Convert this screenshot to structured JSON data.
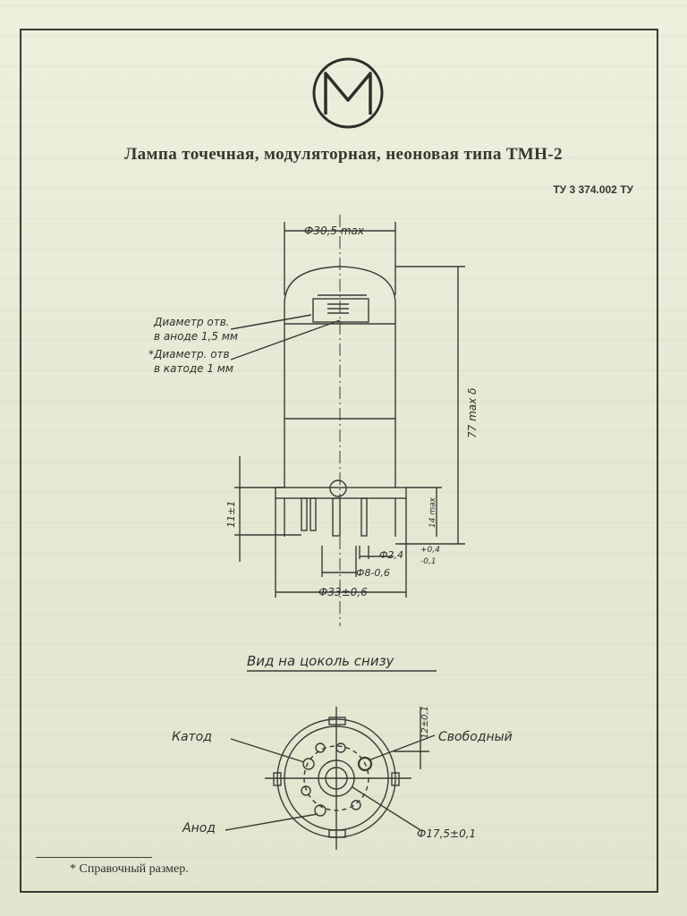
{
  "document": {
    "logo_icon": "factory-emblem-M",
    "title": "Лампа точечная, модуляторная, неоновая типа ТМН-2",
    "spec_code": "ТУ  3 374.002  ТУ",
    "footnote": "* Справочный размер."
  },
  "drawing": {
    "dim_top_diameter": "Ф30,5 max",
    "dim_height": "77 max δ",
    "note_anode_hole_1": "Диаметр отв.",
    "note_anode_hole_2": "в аноде 1,5 мм",
    "note_cathode_hole_1": "*Диаметр. отв",
    "note_cathode_hole_2": "в катоде 1 мм",
    "dim_pin_length": "11±1",
    "dim_base_height": "14 max",
    "dim_pin_dia": "Ф2,4",
    "dim_pin_dia_tol_upper": "+0,4",
    "dim_pin_dia_tol_lower": "-0,1",
    "dim_key_dia": "Ф8-0,6",
    "dim_base_dia": "Ф33±0,6",
    "bottom_view_title": "Вид на цоколь снизу",
    "label_cathode": "Катод",
    "label_free": "Свободный",
    "label_anode": "Анод",
    "dim_spacing": "12±0,1",
    "dim_circle": "Ф17,5±0,1"
  }
}
